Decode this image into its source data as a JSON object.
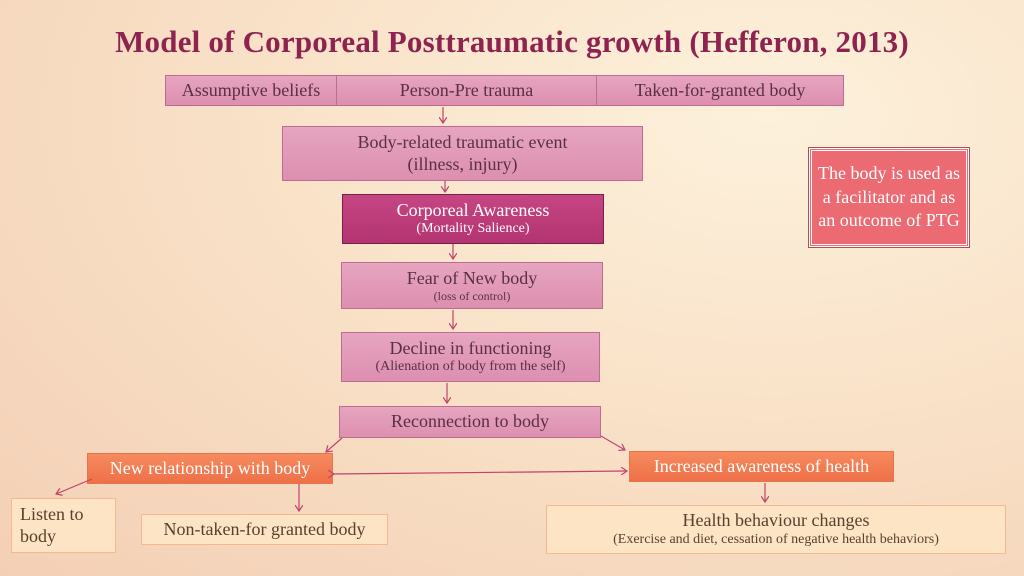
{
  "title": "Model of Corporeal Posttraumatic growth (Hefferon, 2013)",
  "top_row": {
    "left": "Assumptive beliefs",
    "center": "Person-Pre trauma",
    "right": "Taken-for-granted body"
  },
  "event": {
    "line1": "Body-related traumatic event",
    "line2": "(illness, injury)"
  },
  "awareness": {
    "line1": "Corporeal Awareness",
    "line2": "(Mortality Salience)"
  },
  "fear": {
    "line1": "Fear of New body",
    "line2": "(loss of control)"
  },
  "decline": {
    "line1": "Decline in functioning",
    "line2": "(Alienation of body from the self)"
  },
  "reconnection": "Reconnection to body",
  "new_relationship": "New relationship with body",
  "increased_awareness": "Increased awareness of health",
  "listen": "Listen to body",
  "non_taken": "Non-taken-for granted body",
  "health_changes": {
    "line1": "Health behaviour changes",
    "line2": "(Exercise and diet, cessation of negative health behaviors)"
  },
  "side_note": "The body is used as a facilitator and as an outcome of PTG",
  "colors": {
    "title": "#8e2350",
    "pink_box": "#e29ab8",
    "dark_box": "#b8397a",
    "orange_box": "#f27b52",
    "pale_box": "#fce4c4",
    "note_box": "#ec6a72",
    "arrow": "#c0446e"
  }
}
